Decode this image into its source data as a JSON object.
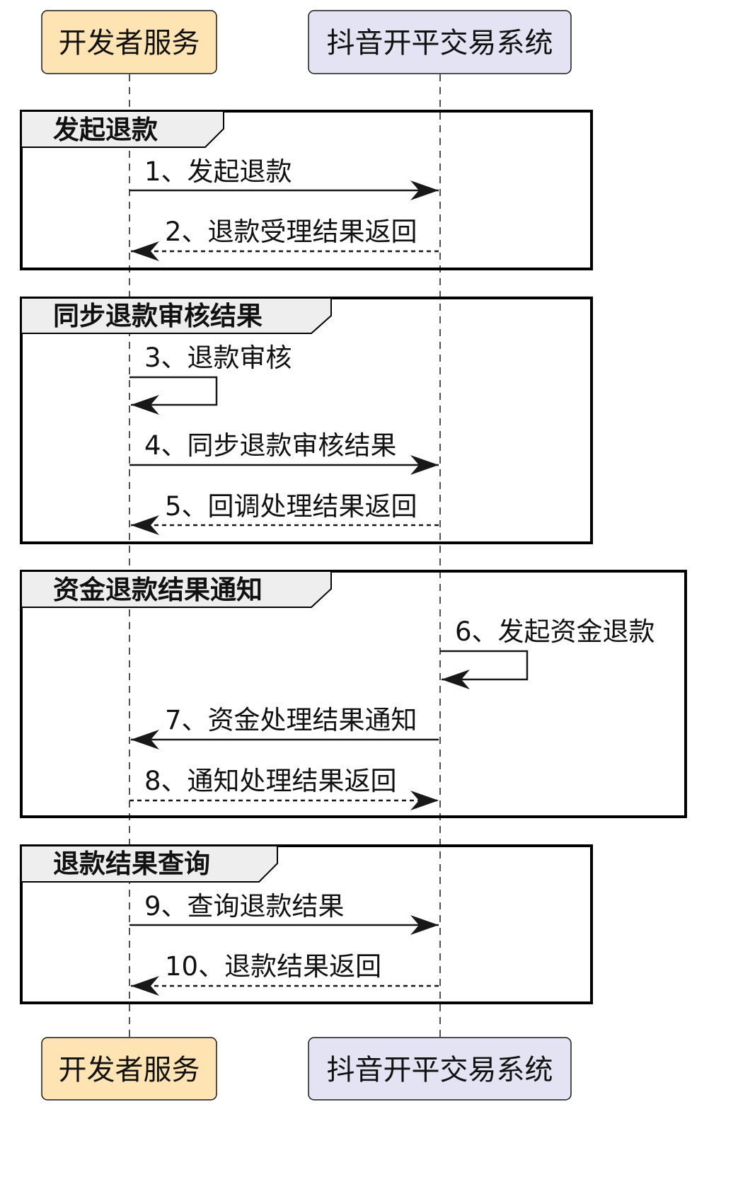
{
  "participants": [
    {
      "label": "开发者服务",
      "fill": "#FEE3B3"
    },
    {
      "label": "抖音开平交易系统",
      "fill": "#E4E3F3"
    }
  ],
  "frames": [
    {
      "title": "发起退款"
    },
    {
      "title": "同步退款审核结果"
    },
    {
      "title": "资金退款结果通知"
    },
    {
      "title": "退款结果查询"
    }
  ],
  "messages": [
    {
      "label": "1、发起退款",
      "from": 0,
      "to": 1,
      "style": "solid"
    },
    {
      "label": "2、退款受理结果返回",
      "from": 1,
      "to": 0,
      "style": "dashed"
    },
    {
      "label": "3、退款审核",
      "from": 0,
      "to": 0,
      "style": "self"
    },
    {
      "label": "4、同步退款审核结果",
      "from": 0,
      "to": 1,
      "style": "solid"
    },
    {
      "label": "5、回调处理结果返回",
      "from": 1,
      "to": 0,
      "style": "dashed"
    },
    {
      "label": "6、发起资金退款",
      "from": 1,
      "to": 1,
      "style": "self"
    },
    {
      "label": "7、资金处理结果通知",
      "from": 1,
      "to": 0,
      "style": "solid"
    },
    {
      "label": "8、通知处理结果返回",
      "from": 0,
      "to": 1,
      "style": "dashed"
    },
    {
      "label": "9、查询退款结果",
      "from": 0,
      "to": 1,
      "style": "solid"
    },
    {
      "label": "10、退款结果返回",
      "from": 1,
      "to": 0,
      "style": "dashed"
    }
  ]
}
